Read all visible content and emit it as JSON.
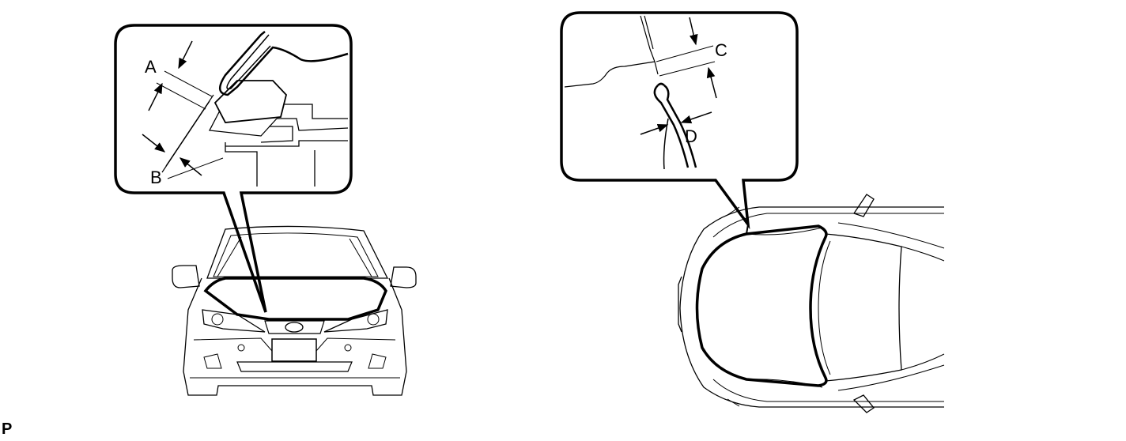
{
  "labels": {
    "a": "A",
    "b": "B",
    "c": "C",
    "d": "D"
  },
  "corner_code": "P",
  "colors": {
    "stroke": "#000000",
    "background": "#ffffff"
  }
}
